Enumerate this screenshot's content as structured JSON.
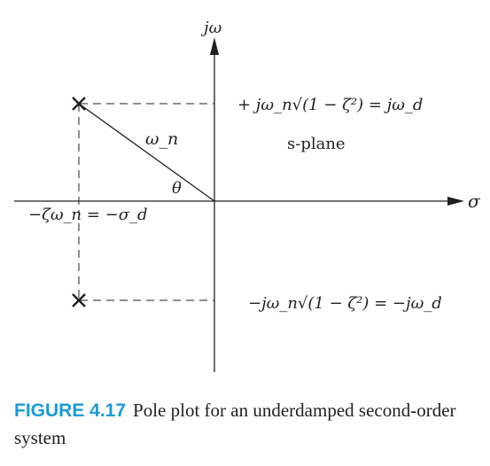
{
  "axes": {
    "vertical_label": "jω",
    "horizontal_label": "σ"
  },
  "labels": {
    "upper_pole": "+ jω_n√(1 − ζ²) = jω_d",
    "lower_pole": "−jω_n√(1 − ζ²) = −jω_d",
    "real_part": "−ζω_n = −σ_d",
    "magnitude": "ω_n",
    "angle": "θ",
    "plane": "s-plane"
  },
  "caption": {
    "figure_label": "FIGURE 4.17",
    "text": "Pole plot for an underdamped second-order system"
  },
  "colors": {
    "ink": "#231f20",
    "figure_label": "#1a9bd7"
  }
}
